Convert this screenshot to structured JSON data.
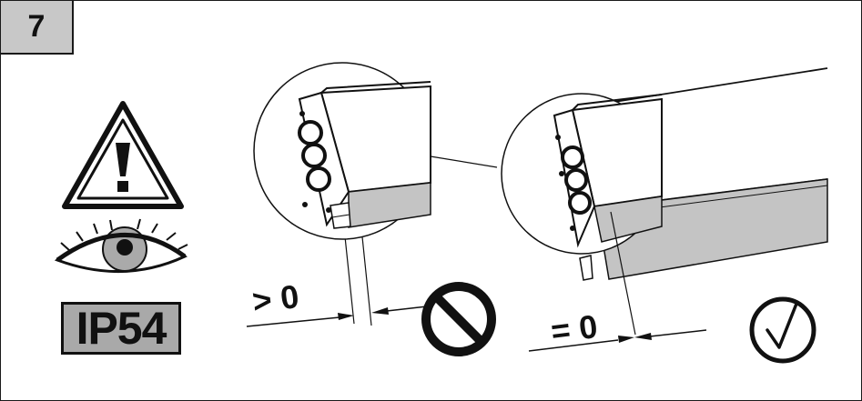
{
  "step": {
    "number": "7"
  },
  "rating": {
    "label": "IP54"
  },
  "left_panel": {
    "gap_label": "> 0",
    "verdict": "incorrect",
    "verdict_icon": "prohibited-icon"
  },
  "right_panel": {
    "gap_label": "= 0",
    "verdict": "correct",
    "verdict_icon": "checkmark-icon"
  },
  "colors": {
    "badge_gray": "#c8c8c8",
    "ip_gray": "#a9a9a9",
    "profile_gray": "#c4c4c4",
    "ink": "#111111"
  }
}
